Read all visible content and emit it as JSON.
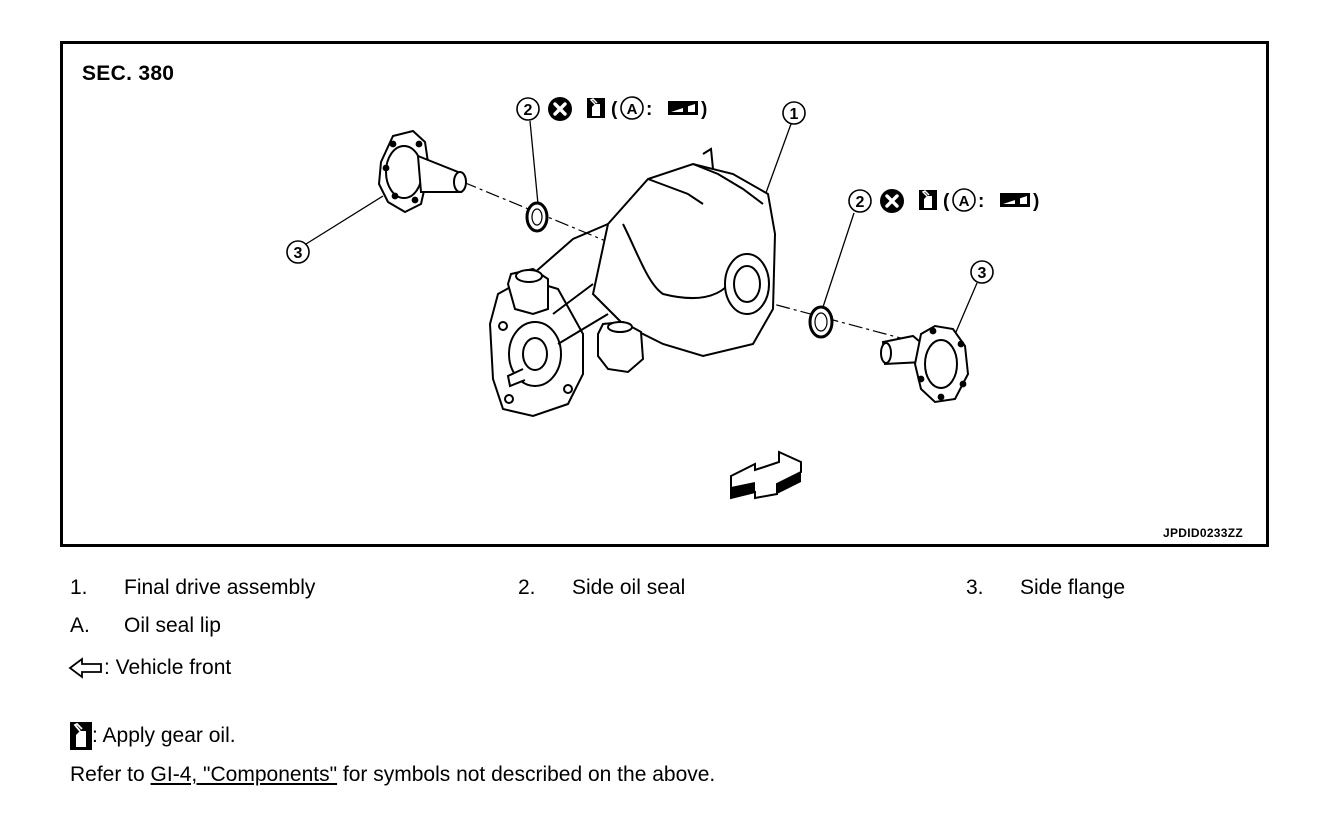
{
  "figure": {
    "section_label": "SEC. 380",
    "figure_id": "JPDID0233ZZ",
    "callout_1": "1",
    "callout_2": "2",
    "callout_3": "3",
    "callout_a": "A",
    "callout_group": {
      "open": "(",
      "colon": ":",
      "close": ")"
    }
  },
  "legend": {
    "items": [
      {
        "number": "1.",
        "label": "Final drive assembly"
      },
      {
        "number": "2.",
        "label": "Side oil seal"
      },
      {
        "number": "3.",
        "label": "Side flange"
      },
      {
        "number": "A.",
        "label": "Oil seal lip"
      }
    ]
  },
  "notes": {
    "vehicle_front": ": Vehicle front",
    "gear_oil": ": Apply gear oil.",
    "refer_prefix": "Refer to ",
    "refer_link": "GI-4, \"Components\"",
    "refer_suffix": " for symbols not described on the above."
  }
}
